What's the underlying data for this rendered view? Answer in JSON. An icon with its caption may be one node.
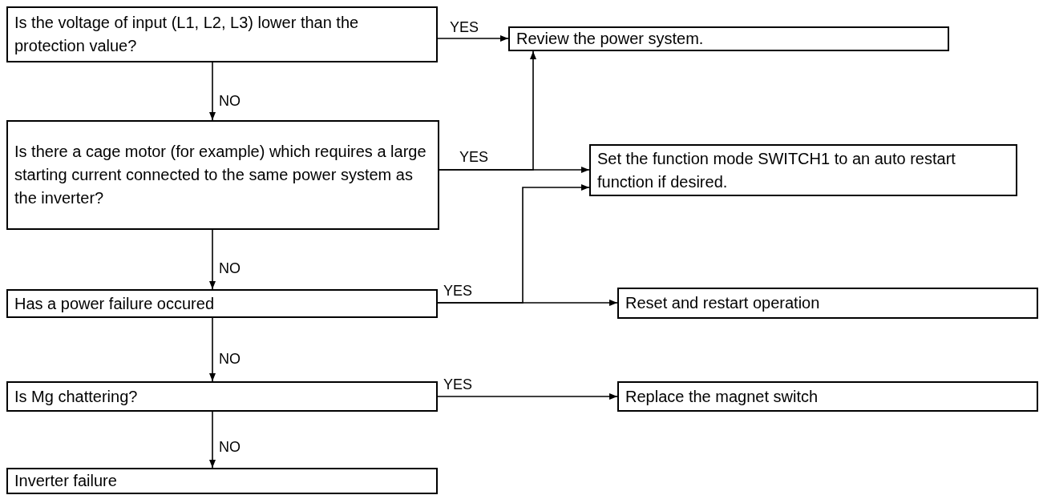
{
  "diagram": {
    "nodes": [
      {
        "text": [
          "Is the voltage of input (L1, L2, L3) lower than the protection value?"
        ]
      },
      {
        "text": [
          "Review the power system."
        ]
      },
      {
        "text": [
          "Is there a cage motor (for example) which requires a large starting current connected to the same power system as the inverter?"
        ]
      },
      {
        "text": [
          "Set the function mode SWITCH1 to an auto restart function if desired."
        ]
      },
      {
        "text": [
          "Has a power failure occured"
        ]
      },
      {
        "text": [
          "Reset and restart operation"
        ]
      },
      {
        "text": [
          "Is Mg chattering?"
        ]
      },
      {
        "text": [
          "Replace the magnet switch"
        ]
      },
      {
        "text": [
          "Inverter failure"
        ]
      }
    ],
    "edges": [
      {
        "from": 0,
        "to": 1,
        "arrow": "to",
        "label": "YES"
      },
      {
        "from": 0,
        "to": 2,
        "arrow": "to",
        "label": "NO"
      },
      {
        "from": 2,
        "to": 1,
        "arrow": "to"
      },
      {
        "from": 2,
        "to": 3,
        "arrow": "to",
        "label": "YES"
      },
      {
        "from": 2,
        "to": 4,
        "arrow": "to",
        "label": "NO"
      },
      {
        "from": 4,
        "to": 3,
        "arrow": "to"
      },
      {
        "from": 4,
        "to": 5,
        "arrow": "to",
        "label": "YES"
      },
      {
        "from": 4,
        "to": 6,
        "arrow": "to",
        "label": "NO"
      },
      {
        "from": 6,
        "to": 7,
        "arrow": "to",
        "label": "YES"
      },
      {
        "from": 6,
        "to": 8,
        "arrow": "to",
        "label": "NO"
      }
    ]
  }
}
